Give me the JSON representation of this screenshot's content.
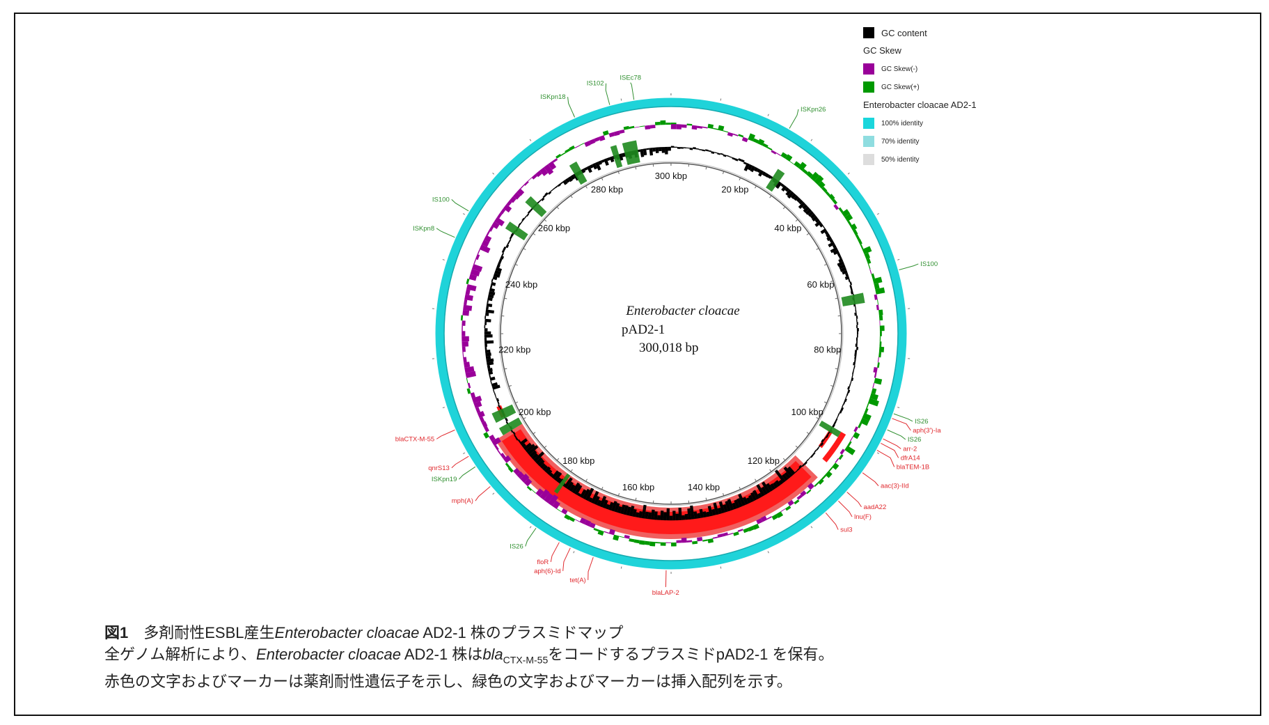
{
  "legend": {
    "gc_content": {
      "label": "GC content",
      "color": "#000000"
    },
    "gc_skew_title": "GC Skew",
    "gc_skew_neg": {
      "label": "GC Skew(-)",
      "color": "#990099"
    },
    "gc_skew_pos": {
      "label": "GC Skew(+)",
      "color": "#009900"
    },
    "reference_title": "Enterobacter cloacae AD2-1",
    "identity": [
      {
        "label": "100% identity",
        "color": "#1ad6dc"
      },
      {
        "label": "70% identity",
        "color": "#8fdde0"
      },
      {
        "label": "50% identity",
        "color": "#dddddd"
      }
    ]
  },
  "plasmid": {
    "species": "Enterobacter cloacae",
    "name": "pAD2-1",
    "size": "300,018 bp",
    "length_kbp": 300.018
  },
  "ticks": [
    "20 kbp",
    "40 kbp",
    "60 kbp",
    "80 kbp",
    "100 kbp",
    "120 kbp",
    "140 kbp",
    "160 kbp",
    "180 kbp",
    "200 kbp",
    "220 kbp",
    "240 kbp",
    "260 kbp",
    "280 kbp",
    "300 kbp"
  ],
  "colors": {
    "resistance": "#e0282d",
    "insertion": "#2f8f2f",
    "ring": "#1fd3d9"
  },
  "features": [
    {
      "label": "ISKpn18",
      "type": "insertion",
      "position_kbp": 280
    },
    {
      "label": "IS102",
      "type": "insertion",
      "position_kbp": 287.5
    },
    {
      "label": "ISEc78",
      "type": "insertion",
      "position_kbp": 292.5
    },
    {
      "label": "ISKpn26",
      "type": "insertion",
      "position_kbp": 25
    },
    {
      "label": "IS100",
      "type": "insertion",
      "position_kbp": 62
    },
    {
      "label": "IS26",
      "type": "insertion",
      "position_kbp": 91.5
    },
    {
      "label": "aph(3')-Ia",
      "type": "resistance",
      "position_kbp": 92.5
    },
    {
      "label": "IS26",
      "type": "insertion",
      "position_kbp": 95
    },
    {
      "label": "arr-2",
      "type": "resistance",
      "position_kbp": 97
    },
    {
      "label": "dfrA14",
      "type": "resistance",
      "position_kbp": 98
    },
    {
      "label": "blaTEM-1B",
      "type": "resistance",
      "position_kbp": 99.6
    },
    {
      "label": "aac(3)-IId",
      "type": "resistance",
      "position_kbp": 105
    },
    {
      "label": "aadA22",
      "type": "resistance",
      "position_kbp": 110
    },
    {
      "label": "lnu(F)",
      "type": "resistance",
      "position_kbp": 112.5
    },
    {
      "label": "sul3",
      "type": "resistance",
      "position_kbp": 116
    },
    {
      "label": "blaLAP-2",
      "type": "resistance",
      "position_kbp": 151
    },
    {
      "label": "tet(A)",
      "type": "resistance",
      "position_kbp": 166
    },
    {
      "label": "aph(6)-Id",
      "type": "resistance",
      "position_kbp": 171
    },
    {
      "label": "floR",
      "type": "resistance",
      "position_kbp": 173.5
    },
    {
      "label": "IS26",
      "type": "insertion",
      "position_kbp": 179
    },
    {
      "label": "mph(A)",
      "type": "resistance",
      "position_kbp": 191.5
    },
    {
      "label": "ISKpn19",
      "type": "insertion",
      "position_kbp": 196.5
    },
    {
      "label": "qnrS13",
      "type": "resistance",
      "position_kbp": 199
    },
    {
      "label": "blaCTX-M-55",
      "type": "resistance",
      "position_kbp": 205
    },
    {
      "label": "ISKpn8",
      "type": "insertion",
      "position_kbp": 245
    },
    {
      "label": "IS100",
      "type": "insertion",
      "position_kbp": 251
    }
  ],
  "caption": {
    "fig": "図1",
    "line1_pre": "多剤耐性ESBL産生",
    "line1_italic": "Enterobacter cloacae",
    "line1_post": " AD2-1 株のプラスミドマップ",
    "line2_pre": "全ゲノム解析により、",
    "line2_italic": "Enterobacter cloacae",
    "line2_mid": " AD2-1 株は",
    "line2_gene": "bla",
    "line2_sub": "CTX-M-55",
    "line2_post": "をコードするプラスミドpAD2-1 を保有。",
    "line3": "赤色の文字およびマーカーは薬剤耐性遺伝子を示し、緑色の文字およびマーカーは挿入配列を示す。"
  }
}
